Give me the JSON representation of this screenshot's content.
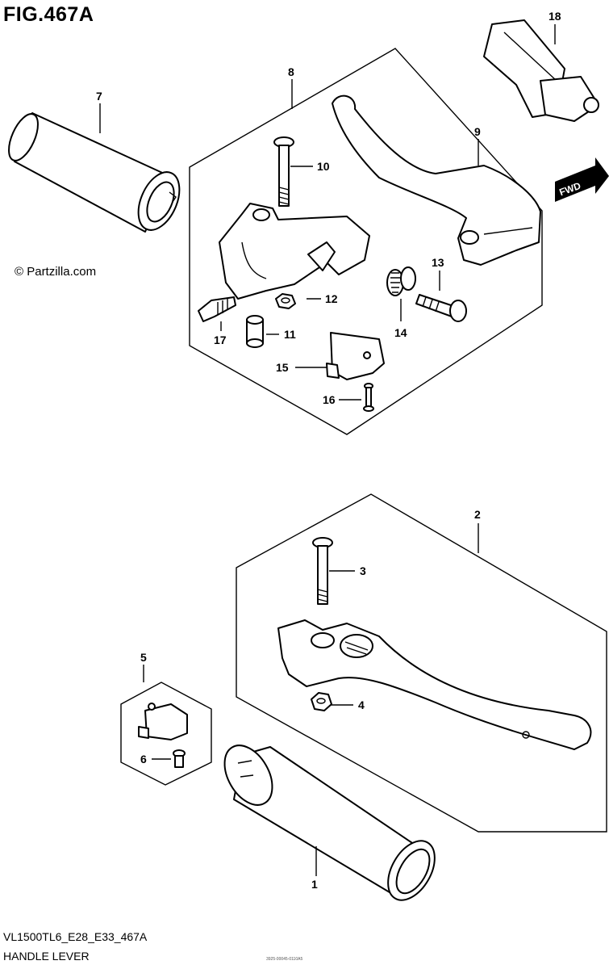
{
  "figure_title": "FIG.467A",
  "copyright": "© Partzilla.com",
  "model_code": "VL1500TL6_E28_E33_467A",
  "caption": "HANDLE LEVER",
  "direction_label": "FWD",
  "tiny_code": "3925-00045-0110A5",
  "parts": [
    {
      "number": "1"
    },
    {
      "number": "2"
    },
    {
      "number": "3"
    },
    {
      "number": "4"
    },
    {
      "number": "5"
    },
    {
      "number": "6"
    },
    {
      "number": "7"
    },
    {
      "number": "8"
    },
    {
      "number": "9"
    },
    {
      "number": "10"
    },
    {
      "number": "11"
    },
    {
      "number": "12"
    },
    {
      "number": "13"
    },
    {
      "number": "14"
    },
    {
      "number": "15"
    },
    {
      "number": "16"
    },
    {
      "number": "17"
    },
    {
      "number": "18"
    }
  ],
  "colors": {
    "ink": "#000000",
    "paper": "#ffffff"
  }
}
